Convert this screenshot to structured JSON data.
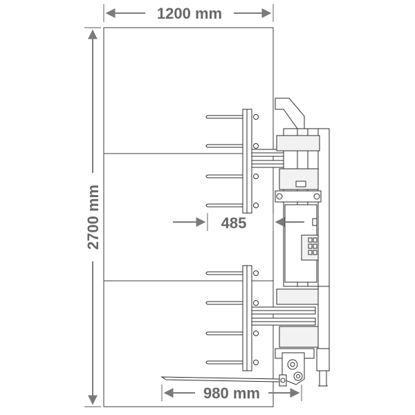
{
  "dimensions": {
    "width_label": "1200 mm",
    "height_label": "2700 mm",
    "offset_label": "485",
    "reach_label": "980 mm"
  },
  "colors": {
    "dimension": "#7a7a7a",
    "outline": "#2a2a2a",
    "fill": "#ffffff",
    "machinery_fill": "#f2f2f2"
  }
}
